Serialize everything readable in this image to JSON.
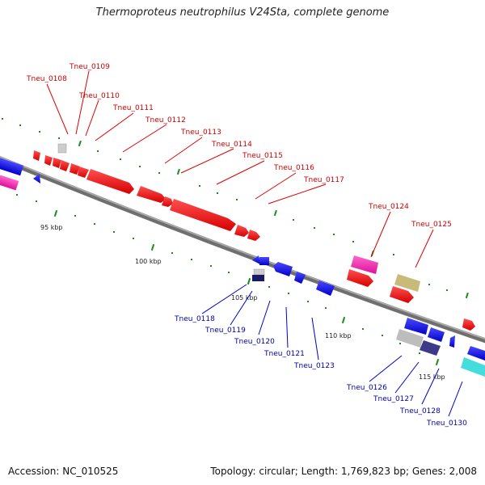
{
  "title": "Thermoproteus neutrophilus V24Sta, complete genome",
  "footer": {
    "accession": "Accession: NC_010525",
    "topology": "Topology: circular; Length: 1,769,823 bp; Genes: 2,008"
  },
  "colors": {
    "backbone": "#7d7d7d",
    "forward_gene": "#ff0000",
    "reverse_gene": "#0000ff",
    "label_top": "#cc0000",
    "label_bottom": "#0000aa",
    "tick": "#1a8c1a"
  },
  "scale_labels": [
    "95 kbp",
    "100 kbp",
    "105 kbp",
    "110 kbp",
    "115 kbp"
  ],
  "top_labels": [
    "Tneu_0108",
    "Tneu_0109",
    "Tneu_0110",
    "Tneu_0111",
    "Tneu_0112",
    "Tneu_0113",
    "Tneu_0114",
    "Tneu_0115",
    "Tneu_0116",
    "Tneu_0117",
    "Tneu_0124",
    "Tneu_0125"
  ],
  "bottom_labels": [
    "Tneu_0118",
    "Tneu_0119",
    "Tneu_0120",
    "Tneu_0121",
    "Tneu_0123",
    "Tneu_0126",
    "Tneu_0127",
    "Tneu_0128",
    "Tneu_0130"
  ]
}
